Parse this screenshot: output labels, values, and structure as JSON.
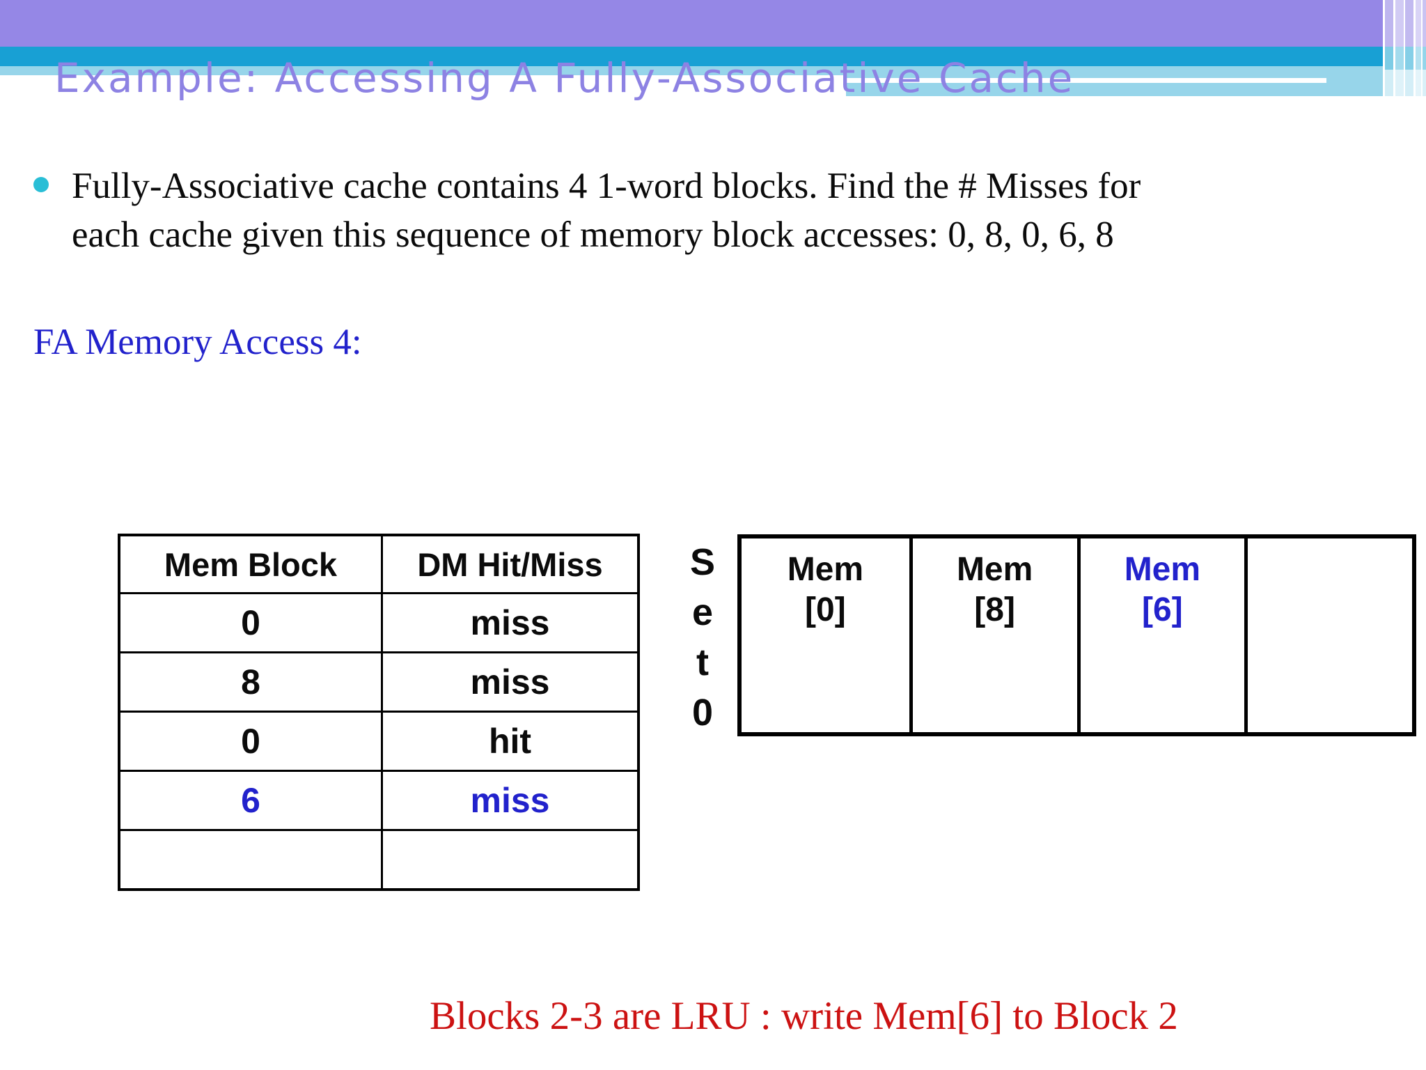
{
  "slide": {
    "title": "Example: Accessing A Fully-Associative Cache",
    "bullet": {
      "line1": "Fully-Associative cache contains 4 1-word blocks. Find the # Misses for",
      "line2": "each cache given this sequence of memory block accesses: 0, 8, 0, 6, 8"
    },
    "access_label": "FA Memory Access 4:",
    "footnote": "Blocks 2-3 are LRU : write Mem[6] to Block 2"
  },
  "dm_table": {
    "headers": {
      "col1": "Mem Block",
      "col2": "DM Hit/Miss"
    },
    "rows": [
      {
        "block": "0",
        "result": "miss",
        "highlight": false
      },
      {
        "block": "8",
        "result": "miss",
        "highlight": false
      },
      {
        "block": "0",
        "result": "hit",
        "highlight": false
      },
      {
        "block": "6",
        "result": "miss",
        "highlight": true
      },
      {
        "block": "",
        "result": "",
        "highlight": false
      }
    ]
  },
  "set_label": {
    "chars": [
      "S",
      "e",
      "t",
      "0"
    ]
  },
  "cache_table": {
    "cells": [
      {
        "line1": "Mem",
        "line2": "[0]",
        "highlight": false
      },
      {
        "line1": "Mem",
        "line2": "[8]",
        "highlight": false
      },
      {
        "line1": "Mem",
        "line2": "[6]",
        "highlight": true
      },
      {
        "line1": "",
        "line2": "",
        "highlight": false
      }
    ]
  },
  "colors": {
    "purple-bar": "#9587e6",
    "cyan-bar": "#18a0d4",
    "light-blue": "#97d5ea",
    "title-color": "#8d82e3",
    "accent-blue": "#2222cc",
    "red": "#cc1212",
    "bullet": "#29bed6",
    "text": "#0b0b0b"
  }
}
